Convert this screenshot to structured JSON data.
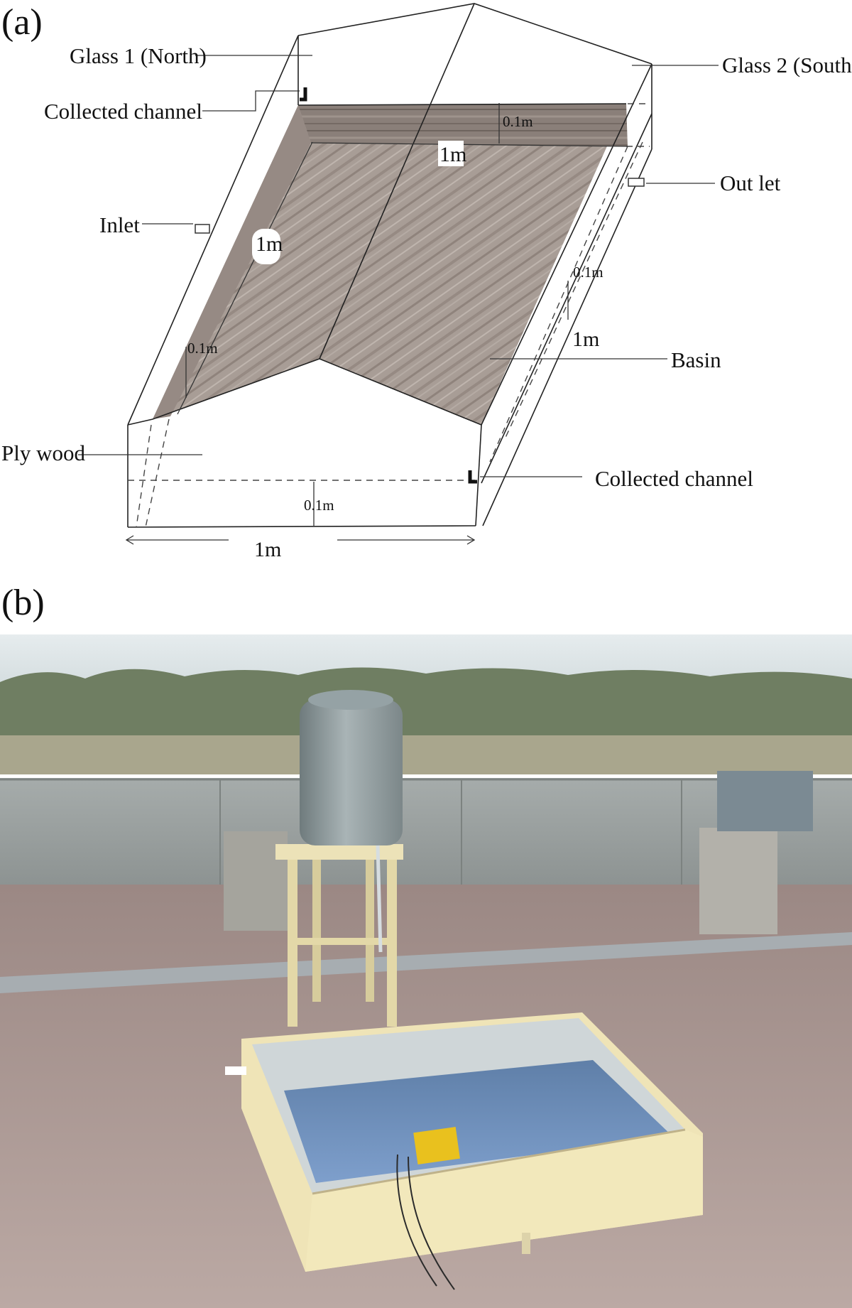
{
  "panel_a": {
    "label": "(a)",
    "annotations": {
      "glass1": "Glass 1 (North)",
      "glass2": "Glass 2 (South)",
      "collected_channel_top": "Collected channel",
      "collected_channel_bottom": "Collected channel",
      "inlet": "Inlet",
      "outlet": "Out let",
      "basin": "Basin",
      "plywood": "Ply wood"
    },
    "dimensions": {
      "top_height": "0.1m",
      "top_width": "1m",
      "left_length": "1m",
      "left_height": "0.1m",
      "right_height": "0.1m",
      "right_length": "1m",
      "front_height": "0.1m",
      "front_width": "1m"
    }
  },
  "panel_b": {
    "label": "(b)"
  }
}
